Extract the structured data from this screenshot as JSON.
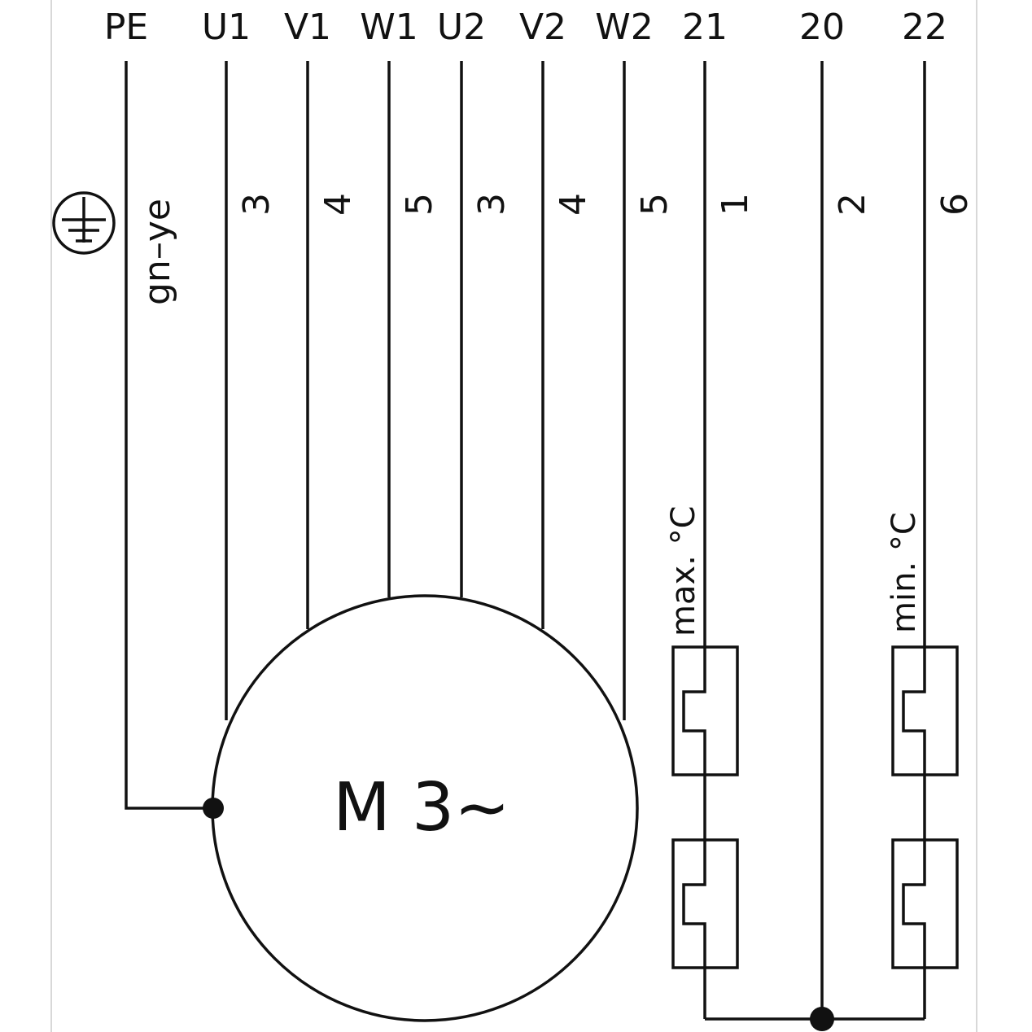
{
  "terminals": [
    {
      "id": "PE",
      "label": "PE",
      "wire_label": "gn–ye"
    },
    {
      "id": "U1",
      "label": "U1",
      "wire_label": "3"
    },
    {
      "id": "V1",
      "label": "V1",
      "wire_label": "4"
    },
    {
      "id": "W1",
      "label": "W1",
      "wire_label": "5"
    },
    {
      "id": "U2",
      "label": "U2",
      "wire_label": "3"
    },
    {
      "id": "V2",
      "label": "V2",
      "wire_label": "4"
    },
    {
      "id": "W2",
      "label": "W2",
      "wire_label": "5"
    },
    {
      "id": "T21",
      "label": "21",
      "wire_label": "1"
    },
    {
      "id": "T20",
      "label": "20",
      "wire_label": "2"
    },
    {
      "id": "T22",
      "label": "22",
      "wire_label": "6"
    }
  ],
  "motor": {
    "label": "M 3~"
  },
  "thermostats": {
    "max_label": "max. °C",
    "min_label": "min. °C"
  },
  "icons": {
    "ground": "protective-earth-icon"
  }
}
